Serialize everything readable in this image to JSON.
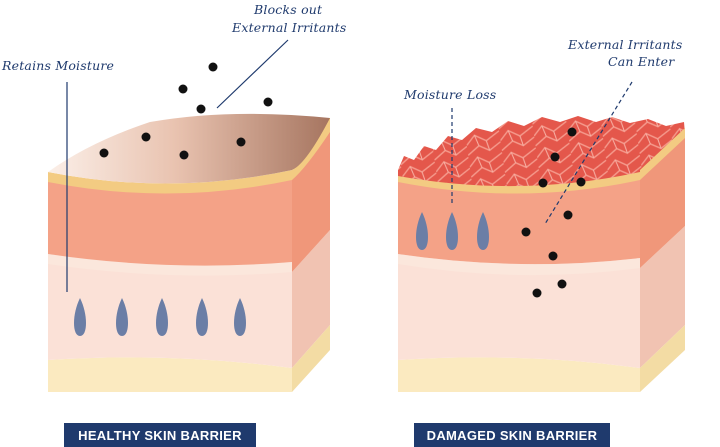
{
  "healthy": {
    "title": "HEALTHY SKIN BARRIER",
    "callout_moisture": "Retains Moisture",
    "callout_irritants_line1": "Blocks out",
    "callout_irritants_line2": "External Irritants"
  },
  "damaged": {
    "title": "DAMAGED SKIN BARRIER",
    "callout_moisture": "Moisture Loss",
    "callout_irritants_line1": "External Irritants",
    "callout_irritants_line2": "Can Enter"
  },
  "colors": {
    "badge": "#1f3a6d",
    "callout": "#1f3a6d",
    "droplet": "#6b7ea6",
    "particle": "#111111",
    "damaged_surface": "#e4574b"
  }
}
